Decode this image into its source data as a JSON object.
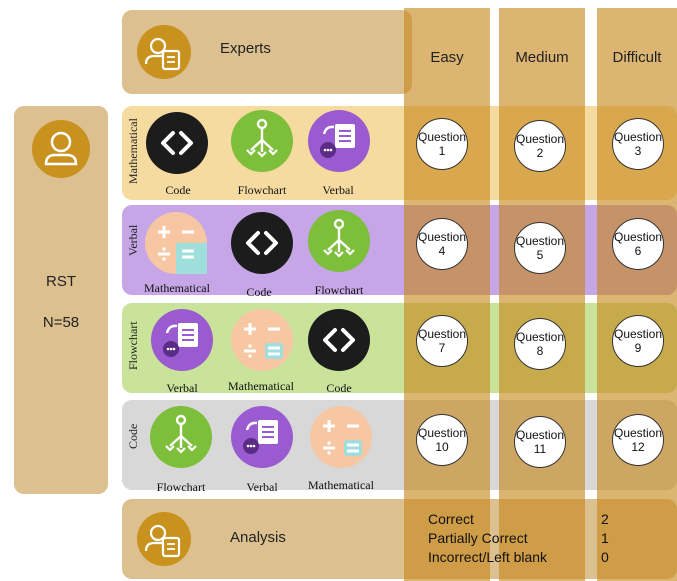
{
  "header": {
    "experts_label": "Experts"
  },
  "columns": [
    "Easy",
    "Medium",
    "Difficult"
  ],
  "left_panel": {
    "title": "RST",
    "subtitle": "N=58"
  },
  "rows": [
    {
      "label": "Mathematical",
      "color": "#f6dba0",
      "icons": [
        {
          "name": "code",
          "caption": "Code"
        },
        {
          "name": "flowchart",
          "caption": "Flowchart"
        },
        {
          "name": "verbal",
          "caption": "Verbal"
        }
      ],
      "questions": [
        {
          "word": "Question",
          "num": "1"
        },
        {
          "word": "Question",
          "num": "2"
        },
        {
          "word": "Question",
          "num": "3"
        }
      ]
    },
    {
      "label": "Verbal",
      "color": "#c6a6e6",
      "icons": [
        {
          "name": "mathematical",
          "caption": "Mathematical"
        },
        {
          "name": "code",
          "caption": "Code"
        },
        {
          "name": "flowchart",
          "caption": "Flowchart"
        }
      ],
      "questions": [
        {
          "word": "Question",
          "num": "4"
        },
        {
          "word": "Question",
          "num": "5"
        },
        {
          "word": "Question",
          "num": "6"
        }
      ]
    },
    {
      "label": "Flowchart",
      "color": "#c9e39a",
      "icons": [
        {
          "name": "verbal",
          "caption": "Verbal"
        },
        {
          "name": "mathematical",
          "caption": "Mathematical"
        },
        {
          "name": "code",
          "caption": "Code"
        }
      ],
      "questions": [
        {
          "word": "Question",
          "num": "7"
        },
        {
          "word": "Question",
          "num": "8"
        },
        {
          "word": "Question",
          "num": "9"
        }
      ]
    },
    {
      "label": "Code",
      "color": "#d8d8d8",
      "icons": [
        {
          "name": "flowchart",
          "caption": "Flowchart"
        },
        {
          "name": "verbal",
          "caption": "Verbal"
        },
        {
          "name": "mathematical",
          "caption": "Mathematical"
        }
      ],
      "questions": [
        {
          "word": "Question",
          "num": "10"
        },
        {
          "word": "Question",
          "num": "11"
        },
        {
          "word": "Question",
          "num": "12"
        }
      ]
    }
  ],
  "analysis": {
    "label": "Analysis",
    "scores": [
      {
        "label": "Correct",
        "value": "2"
      },
      {
        "label": "Partially Correct",
        "value": "1"
      },
      {
        "label": "Incorrect/Left blank",
        "value": "0"
      }
    ]
  },
  "colors": {
    "panel": "#dcc08f",
    "column": "#c7871c",
    "person": "#c9921f",
    "code": "#1c1c1c",
    "flowchart": "#7dbe3a",
    "verbal": "#9b5bd0",
    "mathematical": "#f7c6a3"
  }
}
